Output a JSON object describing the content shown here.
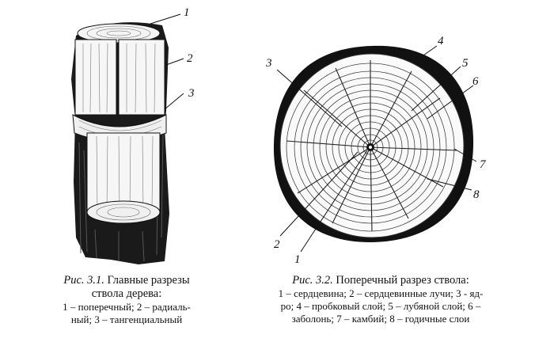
{
  "figure1": {
    "labels": [
      "1",
      "2",
      "3"
    ],
    "caption_lead": "Рис. 3.1.",
    "caption_title_1": "Главные разрезы",
    "caption_title_2": "ствола дерева:",
    "legend_1": "1 – поперечный; 2 – радиаль-",
    "legend_2": "ный; 3 – тангенциальный"
  },
  "figure2": {
    "labels": [
      "1",
      "2",
      "3",
      "4",
      "5",
      "6",
      "7",
      "8"
    ],
    "caption_lead": "Рис. 3.2.",
    "caption_title": "Поперечный разрез ствола:",
    "legend_1": "1 – сердцевина; 2 – сердцевинные лучи; 3 - яд-",
    "legend_2": "ро; 4 – пробковый слой; 5 – лубяной слой; 6 –",
    "legend_3": "заболонь; 7 – камбий; 8 – годичные слои"
  },
  "colors": {
    "ink": "#111111",
    "paper": "#ffffff"
  }
}
